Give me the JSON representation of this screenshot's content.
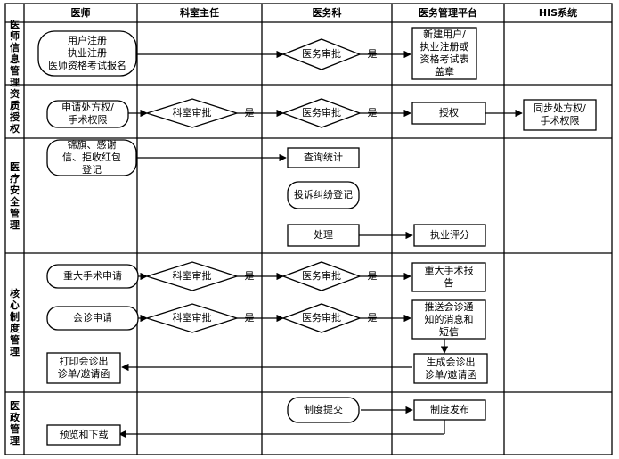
{
  "columns": {
    "doctor": "医师",
    "director": "科室主任",
    "medical": "医务科",
    "platform": "医务管理平台",
    "his": "HIS系统"
  },
  "sections": {
    "s1": "医\n师\n信\n息\n管\n理",
    "s2": "资\n质\n授\n权",
    "s3": "医\n疗\n安\n全\n管\n理",
    "s4": "核\n心\n制\n度\n管\n理",
    "s5": "医\n政\n管\n理"
  },
  "nodes": {
    "reg": "用户注册\n执业注册\n医师资格考试报名",
    "approve1": "医务审批",
    "newuser": "新建用户/\n执业注册或\n资格考试表\n盖章",
    "rx": "申请处方权/\n手术权限",
    "dept_approve1": "科室审批",
    "approve2": "医务审批",
    "grant": "授权",
    "sync": "同步处方权/\n手术权限",
    "banner": "锦旗、感谢\n信、拒收红包\n登记",
    "query": "查询统计",
    "complaint": "投诉纠纷登记",
    "handle": "处理",
    "score": "执业评分",
    "major": "重大手术申请",
    "dept_approve2": "科室审批",
    "approve3": "医务审批",
    "major_report": "重大手术报\n告",
    "consult": "会诊申请",
    "dept_approve3": "科室审批",
    "approve4": "医务审批",
    "push": "推送会诊通\n知的消息和\n短信",
    "print": "打印会诊出\n诊单/邀请函",
    "gen": "生成会诊出\n诊单/邀请函",
    "policy_submit": "制度提交",
    "policy_pub": "制度发布",
    "preview": "预览和下载"
  },
  "yes_label": "是"
}
